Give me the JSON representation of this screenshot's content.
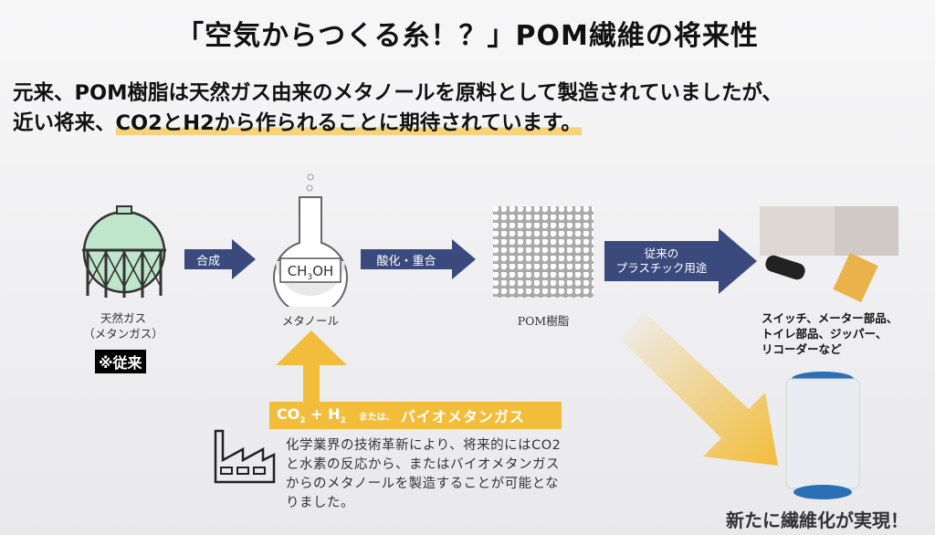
{
  "title": "「空気からつくる糸！？」POM繊維の将来性",
  "subtitle": {
    "line1": "元来、POM樹脂は天然ガス由来のメタノールを原料として製造されていましたが、",
    "line2_prefix": "近い将来、",
    "line2_highlight": "CO2とH2から作られることに期待されています。"
  },
  "flow": {
    "gas_label_1": "天然ガス",
    "gas_label_2": "（メタンガス）",
    "conventional_badge": "※従来",
    "arrow_synthesis": "合成",
    "flask_formula_main": "CH",
    "flask_formula_sub": "3",
    "flask_formula_end": "OH",
    "methanol_label": "メタノール",
    "arrow_polymerize": "酸化・重合",
    "pom_label": "POM樹脂",
    "arrow_conventional_1": "従来の",
    "arrow_conventional_2": "プラスチック用途",
    "products_caption": [
      "スイッチ、メーター部品、",
      "トイレ部品、ジッパー、",
      "リコーダーなど"
    ],
    "banner": {
      "co": "CO",
      "co_sub": "2",
      "plus_h": " + H",
      "h_sub": "2",
      "or": "または、",
      "bio": "バイオメタンガス"
    },
    "innovation_text": "化学業界の技術革新により、将来的にはCO2と水素の反応から、またはバイオメタンガスからのメタノールを製造することが可能となりました。",
    "fiber_caption": "新たに繊維化が実現！"
  },
  "colors": {
    "navy": "#3a4a7d",
    "yellow": "#f3bd3c"
  }
}
